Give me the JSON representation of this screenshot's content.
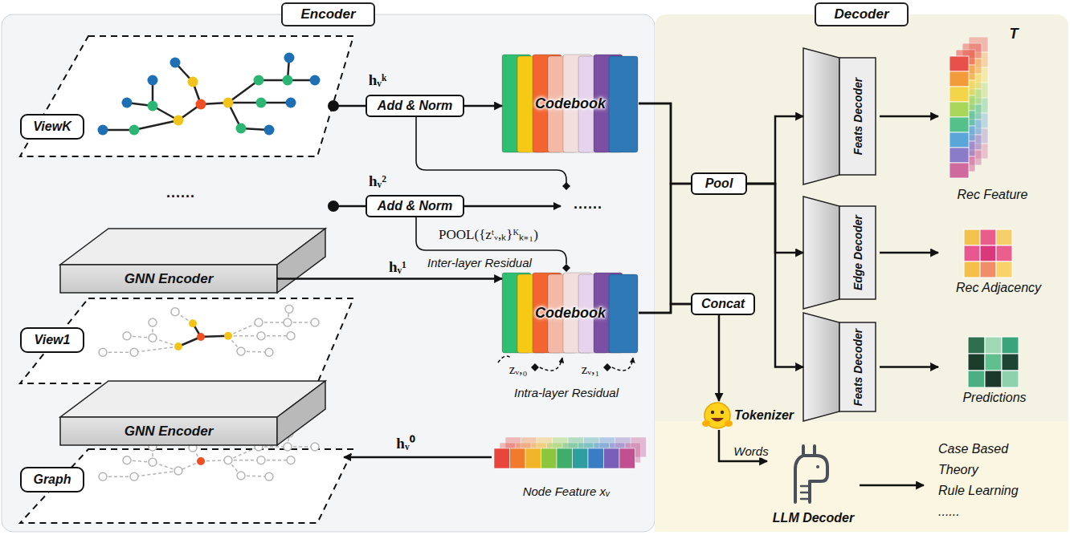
{
  "diagram": {
    "nodes": [
      {
        "text": [
          "Encoder"
        ]
      },
      {
        "text": [
          "Decoder"
        ]
      },
      {
        "text": [
          "ViewK"
        ],
        "in": 0
      },
      {
        "text": [
          "Add & Norm"
        ],
        "in": 0
      },
      {
        "text": [
          "Codebook"
        ],
        "in": 0
      },
      {
        "text": [
          "Add & Norm"
        ],
        "in": 0
      },
      {
        "text": [
          "GNN Encoder"
        ],
        "in": 0
      },
      {
        "text": [
          "View1"
        ],
        "in": 0
      },
      {
        "text": [
          "Codebook"
        ],
        "in": 0
      },
      {
        "text": [
          "GNN Encoder"
        ],
        "in": 0
      },
      {
        "text": [
          "Graph"
        ],
        "in": 0
      },
      {
        "text": [
          "Pool"
        ],
        "in": 1
      },
      {
        "text": [
          "Concat"
        ],
        "in": 1
      },
      {
        "text": [
          "Feats Decoder"
        ],
        "in": 1
      },
      {
        "text": [
          "Edge Decoder"
        ],
        "in": 1
      },
      {
        "text": [
          "Feats Decoder"
        ],
        "in": 1
      },
      {
        "text": [
          "Rec Feature"
        ],
        "in": 1
      },
      {
        "text": [
          "Rec Adjacency"
        ],
        "in": 1
      },
      {
        "text": [
          "Predictions"
        ],
        "in": 1
      },
      {
        "text": [
          "Tokenizer"
        ],
        "in": 1
      },
      {
        "text": [
          "LLM Decoder"
        ],
        "in": 1
      },
      {
        "text": [
          "Case Based",
          "Theory",
          "Rule Learning",
          "......"
        ],
        "in": 1
      }
    ],
    "edges": [
      {
        "from": 3,
        "to": 4,
        "arrow": "to"
      },
      {
        "from": 6,
        "to": 8,
        "label": "hᵥ¹",
        "arrow": "to"
      },
      {
        "from": 4,
        "to": 11,
        "arrow": "none"
      },
      {
        "from": 8,
        "to": 11,
        "arrow": "none"
      },
      {
        "from": 4,
        "to": 12,
        "arrow": "none"
      },
      {
        "from": 8,
        "to": 12,
        "arrow": "none"
      },
      {
        "from": 11,
        "to": 13,
        "arrow": "to"
      },
      {
        "from": 11,
        "to": 14,
        "arrow": "to"
      },
      {
        "from": 11,
        "to": 15,
        "arrow": "to"
      },
      {
        "from": 13,
        "to": 16,
        "arrow": "to"
      },
      {
        "from": 14,
        "to": 17,
        "arrow": "to"
      },
      {
        "from": 15,
        "to": 18,
        "arrow": "to"
      },
      {
        "from": 12,
        "to": 19,
        "arrow": "to"
      },
      {
        "from": 19,
        "to": 20,
        "label": "Words",
        "arrow": "to"
      },
      {
        "from": 20,
        "to": 21,
        "arrow": "to"
      }
    ],
    "labels": [
      "hᵥᵏ",
      "......",
      "hᵥ²",
      "......",
      "POOL({zᵗᵥ,ₖ}ᴷₖ₌₁)",
      "Inter-layer Residual",
      "zᵥ,₀",
      "zᵥ,₁",
      "Intra-layer Residual",
      "hᵥ⁰",
      "Node Feature xᵥ",
      "T"
    ]
  }
}
